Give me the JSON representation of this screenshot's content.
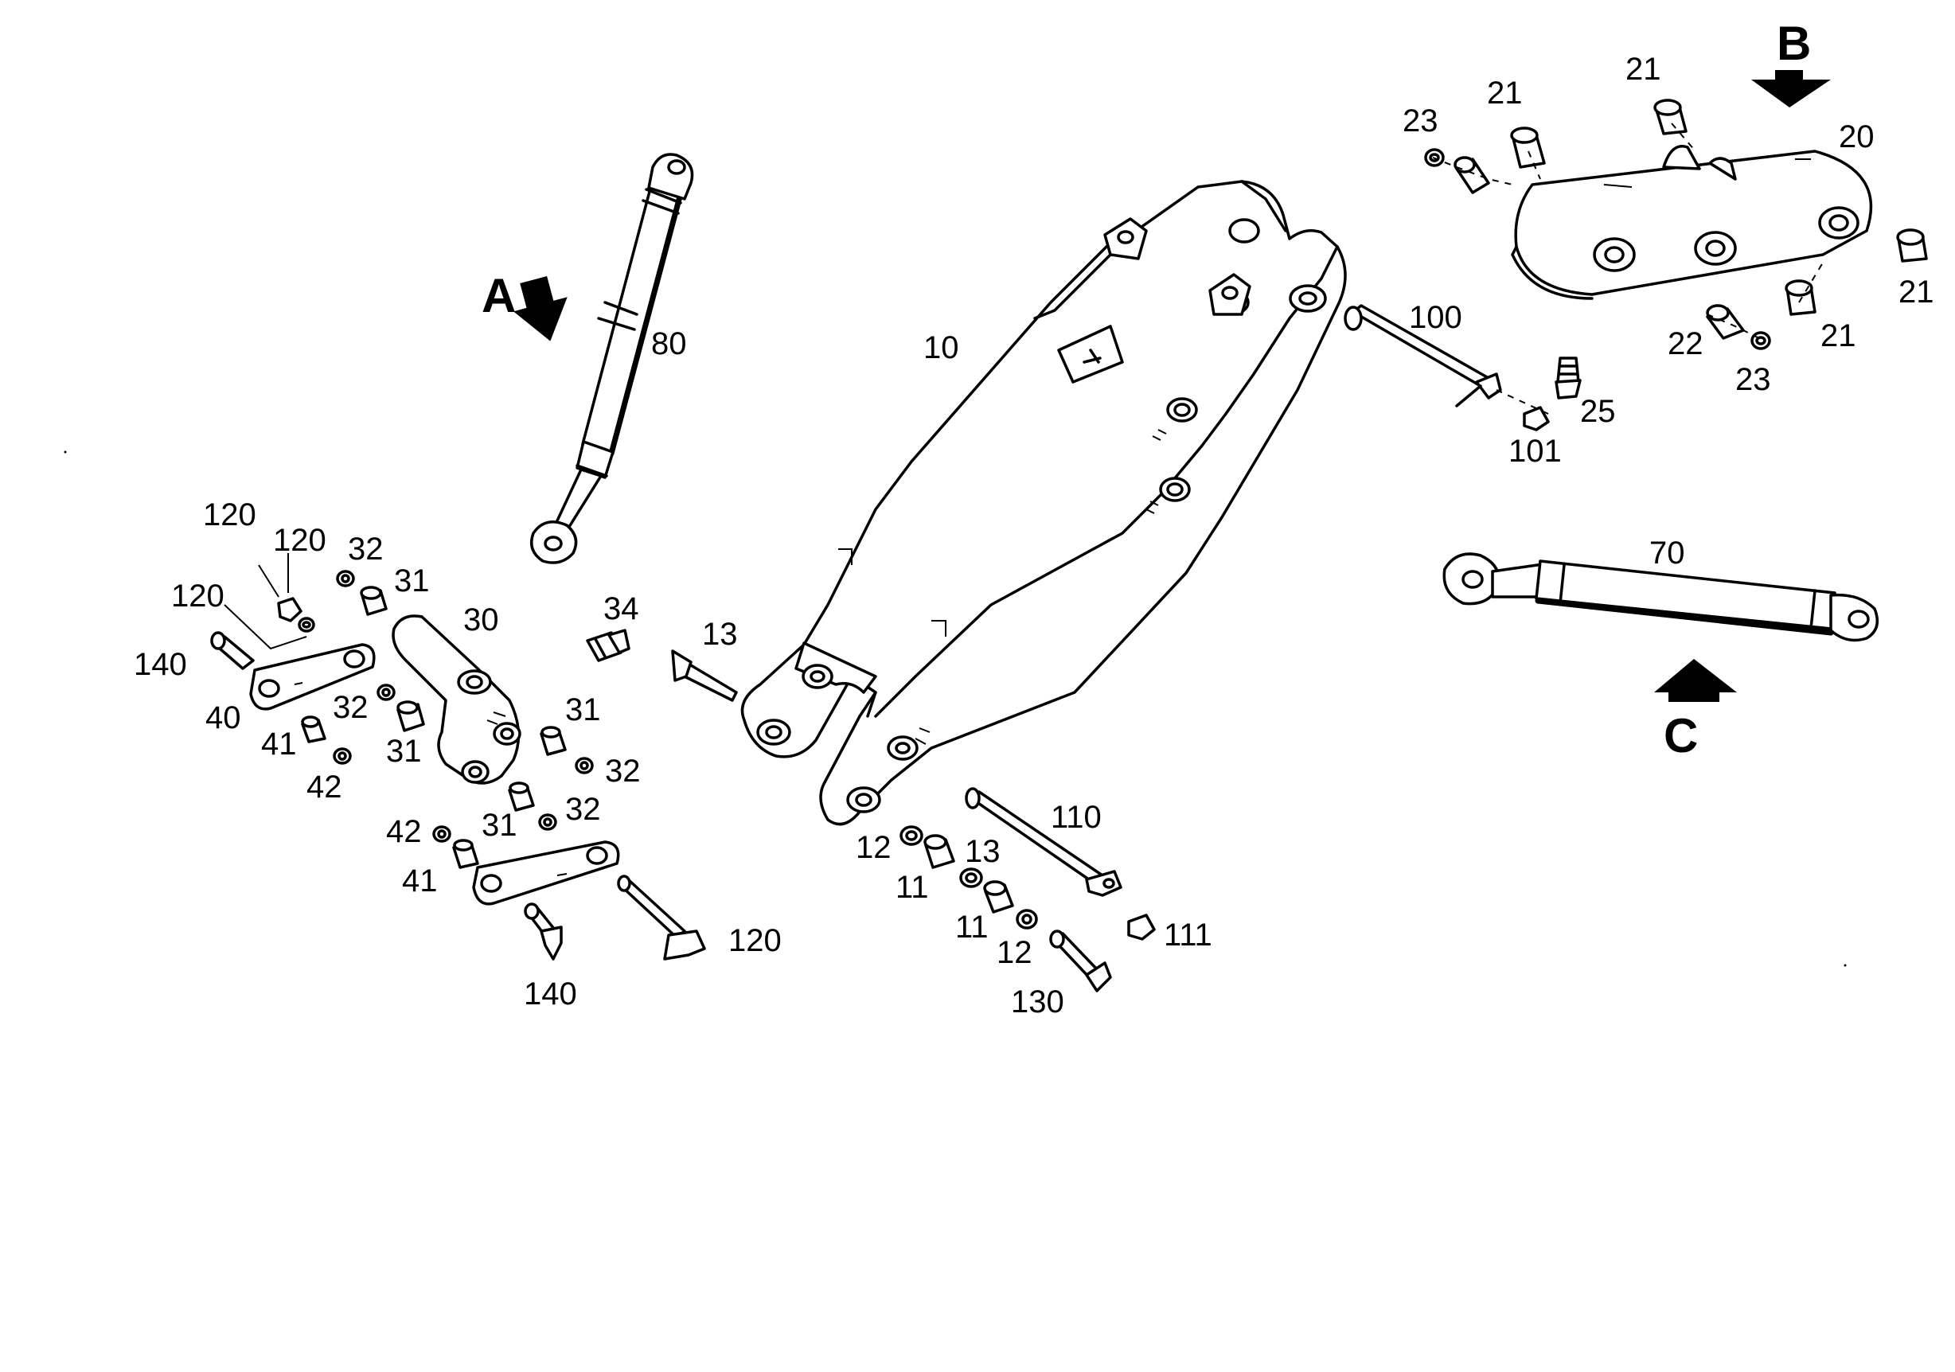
{
  "diagram": {
    "type": "exploded-parts-drawing",
    "view_arrows": [
      "A",
      "B",
      "C"
    ],
    "callouts": {
      "c10": "10",
      "c20": "20",
      "c21a": "21",
      "c21b": "21",
      "c21c": "21",
      "c21d": "21",
      "c22": "22",
      "c23a": "23",
      "c23b": "23",
      "c25": "25",
      "c70": "70",
      "c80": "80",
      "c100": "100",
      "c101": "101",
      "c110": "110",
      "c111": "111",
      "c13a": "13",
      "c13b": "13",
      "c12a": "12",
      "c12b": "12",
      "c11a": "11",
      "c11b": "11",
      "c130": "130",
      "c120a": "120",
      "c120b": "120",
      "c120c": "120",
      "c120d": "120",
      "c140a": "140",
      "c140b": "140",
      "c30": "30",
      "c31a": "31",
      "c31b": "31",
      "c31c": "31",
      "c31d": "31",
      "c32a": "32",
      "c32b": "32",
      "c32c": "32",
      "c32d": "32",
      "c34": "34",
      "c40": "40",
      "c41a": "41",
      "c41b": "41",
      "c42a": "42",
      "c42b": "42"
    }
  }
}
